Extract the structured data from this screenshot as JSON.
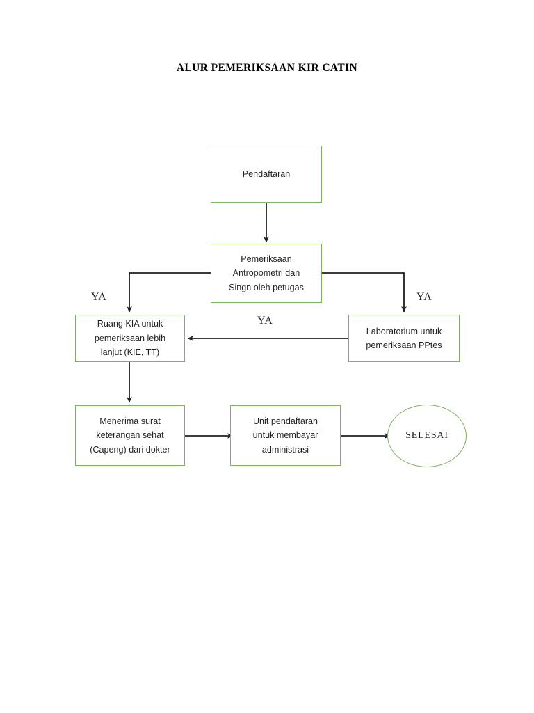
{
  "page": {
    "title": "ALUR PEMERIKSAAN KIR CATIN",
    "background_color": "#ffffff",
    "node_border_color": "#7cb35f",
    "connector_color": "#231f20"
  },
  "chart_data": {
    "type": "diagram",
    "diagram_kind": "flowchart",
    "title": "ALUR PEMERIKSAAN KIR CATIN",
    "orientation": "top-to-bottom",
    "nodes": [
      {
        "id": "pendaftaran",
        "shape": "rectangle",
        "label": "Pendaftaran"
      },
      {
        "id": "pemeriksaan",
        "shape": "rectangle",
        "label": "Pemeriksaan\nAntropometri dan\nSingn oleh petugas",
        "lines": [
          "Pemeriksaan",
          "Antropometri dan",
          "Singn oleh petugas"
        ]
      },
      {
        "id": "ruang_kia",
        "shape": "rectangle",
        "label": "Ruang KIA untuk pemeriksaan lebih lanjut (KIE, TT)",
        "lines": [
          "Ruang KIA untuk",
          "pemeriksaan lebih",
          "lanjut (KIE, TT)"
        ]
      },
      {
        "id": "laboratorium",
        "shape": "rectangle",
        "label": "Laboratorium untuk pemeriksaan PPtes",
        "lines": [
          "Laboratorium untuk",
          "pemeriksaan PPtes"
        ]
      },
      {
        "id": "surat_sehat",
        "shape": "rectangle",
        "label": "Menerima surat keterangan sehat (Capeng) dari dokter",
        "lines": [
          "Menerima surat",
          "keterangan sehat",
          "(Capeng) dari dokter"
        ]
      },
      {
        "id": "unit_pendaftaran",
        "shape": "rectangle",
        "label": "Unit pendaftaran untuk membayar administrasi",
        "lines": [
          "Unit pendaftaran",
          "untuk membayar",
          "administrasi"
        ]
      },
      {
        "id": "selesai",
        "shape": "ellipse",
        "label": "SELESAI"
      }
    ],
    "edges": [
      {
        "from": "pendaftaran",
        "to": "pemeriksaan",
        "label": "",
        "style": "arrow-down"
      },
      {
        "from": "pemeriksaan",
        "to": "ruang_kia",
        "label": "YA",
        "style": "elbow-left-down"
      },
      {
        "from": "pemeriksaan",
        "to": "laboratorium",
        "label": "YA",
        "style": "elbow-right-down"
      },
      {
        "from": "laboratorium",
        "to": "ruang_kia",
        "label": "YA",
        "style": "arrow-left"
      },
      {
        "from": "ruang_kia",
        "to": "surat_sehat",
        "label": "",
        "style": "arrow-down"
      },
      {
        "from": "surat_sehat",
        "to": "unit_pendaftaran",
        "label": "",
        "style": "arrow-right"
      },
      {
        "from": "unit_pendaftaran",
        "to": "selesai",
        "label": "",
        "style": "arrow-right"
      }
    ],
    "edge_labels": [
      {
        "id": "ya-left",
        "text": "YA"
      },
      {
        "id": "ya-center",
        "text": "YA"
      },
      {
        "id": "ya-right",
        "text": "YA"
      }
    ]
  }
}
